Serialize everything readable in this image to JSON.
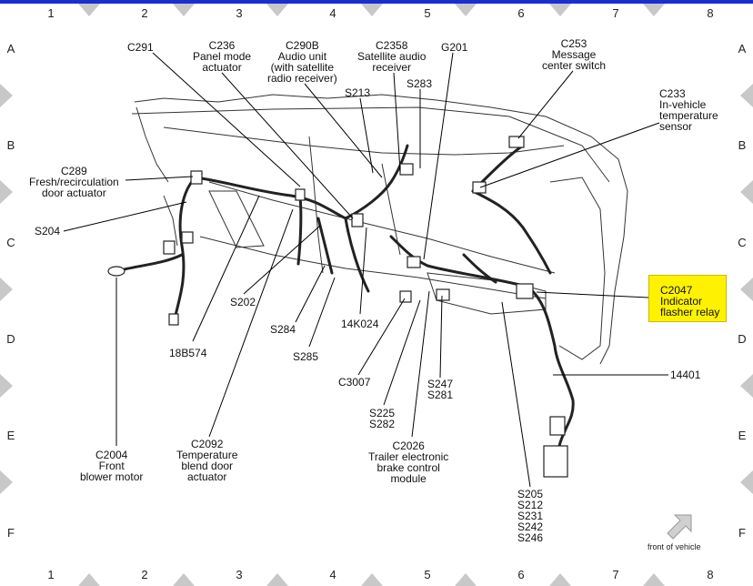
{
  "grid": {
    "columns": [
      "1",
      "2",
      "3",
      "4",
      "5",
      "6",
      "7",
      "8"
    ],
    "rows": [
      "A",
      "B",
      "C",
      "D",
      "E",
      "F"
    ]
  },
  "labels": {
    "c291": "C291",
    "c236": "C236\nPanel mode\nactuator",
    "c290b": "C290B\nAudio unit\n(with satellite\nradio receiver)",
    "c2358": "C2358\nSatellite audio\nreceiver",
    "g201": "G201",
    "c253": "C253\nMessage\ncenter switch",
    "s213": "S213",
    "s283": "S283",
    "c233": "C233\nIn-vehicle\ntemperature\nsensor",
    "c289": "C289\nFresh/recirculation\ndoor actuator",
    "s204": "S204",
    "s202": "S202",
    "s284": "S284",
    "k14k024": "14K024",
    "n18b574": "18B574",
    "s285": "S285",
    "c3007": "C3007",
    "s247_s281": "S247\nS281",
    "n14401": "14401",
    "s225_s282": "S225\nS282",
    "c2004": "C2004\nFront\nblower motor",
    "c2092": "C2092\nTemperature\nblend door\nactuator",
    "c2026": "C2026\nTrailer electronic\nbrake control\nmodule",
    "s_group": "S205\nS212\nS231\nS242\nS246"
  },
  "highlight": {
    "text": "C2047\nIndicator\nflasher relay",
    "color": "#fff200"
  },
  "front_of_vehicle": "front of vehicle",
  "colors": {
    "top_bar": "#1a2fd0",
    "grid_marker": "#c8c8c8"
  }
}
